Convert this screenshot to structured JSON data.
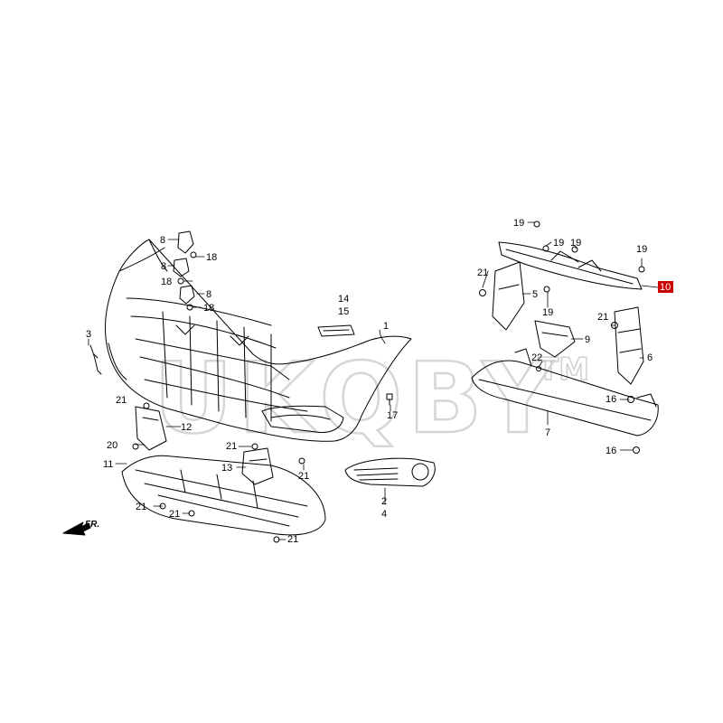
{
  "watermark": {
    "text": "UKQBY",
    "tm": "TM"
  },
  "direction": {
    "label": "FR."
  },
  "highlight_color": "#cc0000",
  "callouts": {
    "c1": "1",
    "c2": "2",
    "c3": "3",
    "c4": "4",
    "c5": "5",
    "c6": "6",
    "c7": "7",
    "c8a": "8",
    "c8b": "8",
    "c8c": "8",
    "c9": "9",
    "c10": "10",
    "c11": "11",
    "c12": "12",
    "c13": "13",
    "c14": "14",
    "c15": "15",
    "c16a": "16",
    "c16b": "16",
    "c17": "17",
    "c18a": "18",
    "c18b": "18",
    "c18c": "18",
    "c19a": "19",
    "c19b": "19",
    "c19c": "19",
    "c19d": "19",
    "c19e": "19",
    "c20": "20",
    "c21a": "21",
    "c21b": "21",
    "c21c": "21",
    "c21d": "21",
    "c21e": "21",
    "c21f": "21",
    "c21g": "21",
    "c21h": "21",
    "c22": "22"
  }
}
